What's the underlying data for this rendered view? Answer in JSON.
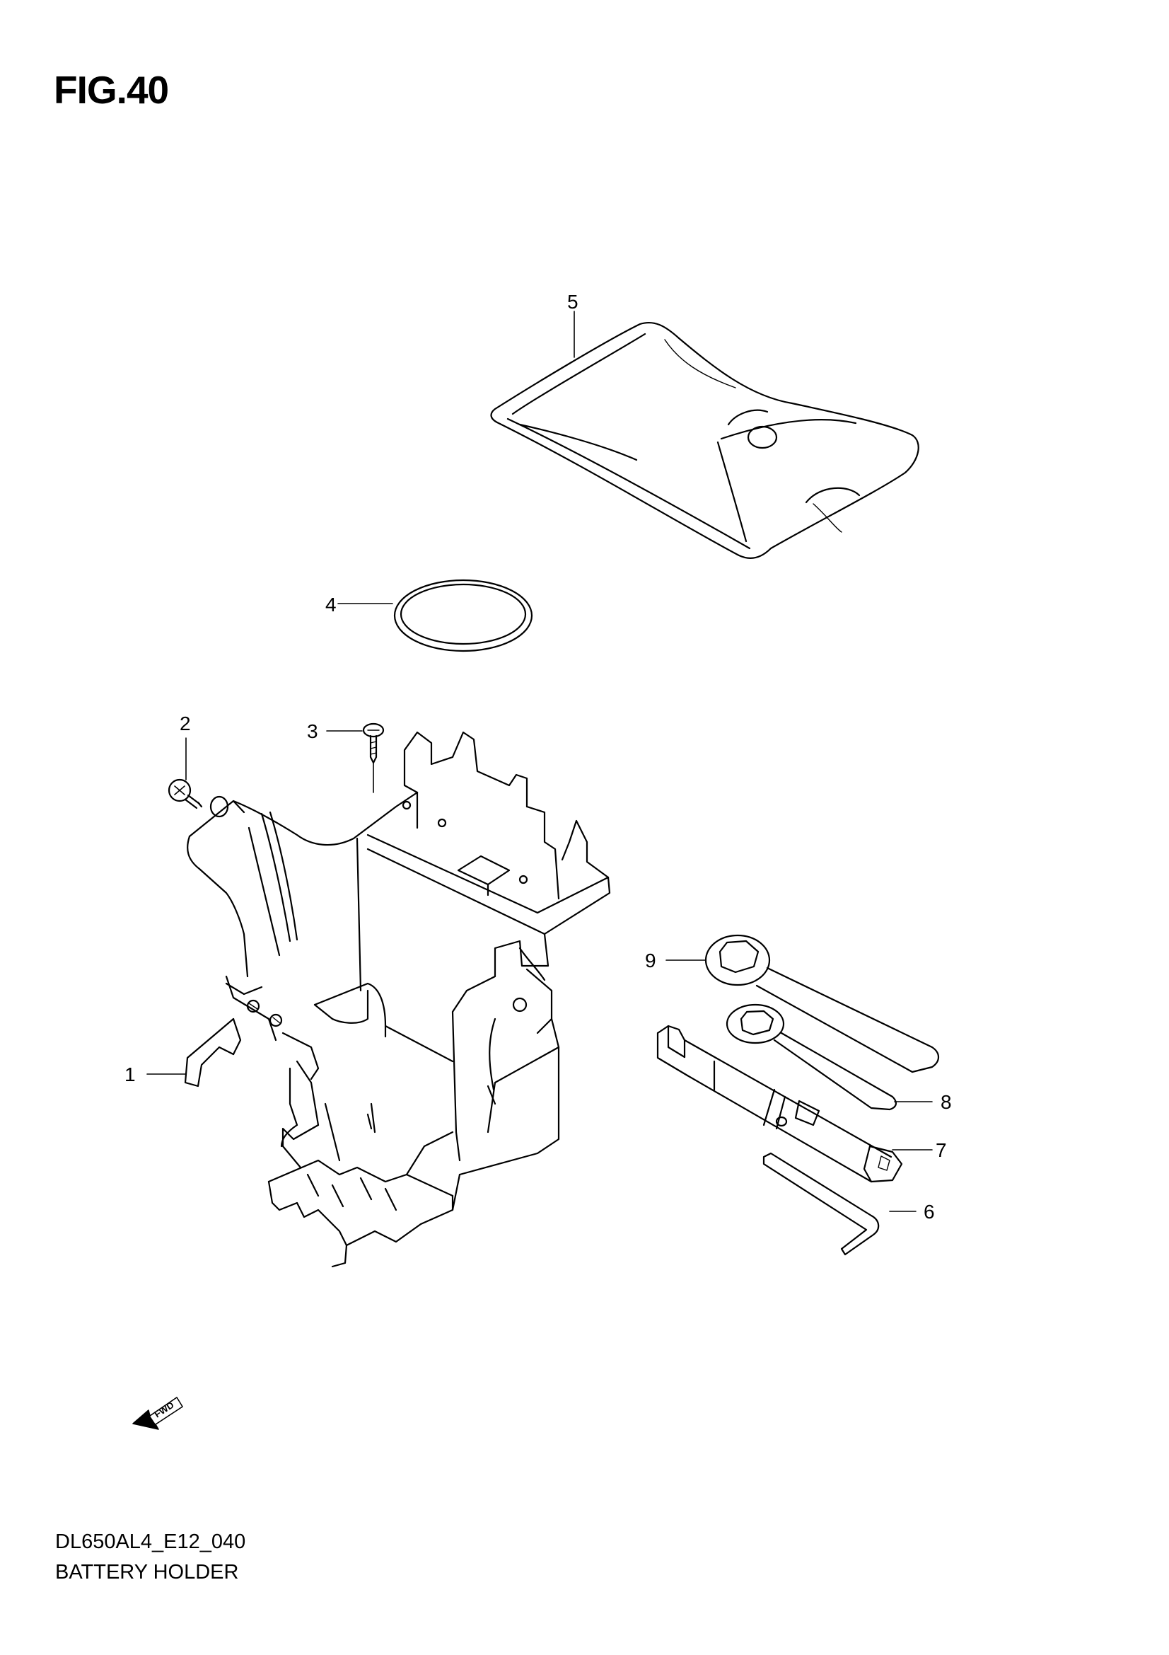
{
  "figure": {
    "title": "FIG.40",
    "model_code": "DL650AL4_E12_040",
    "caption": "BATTERY HOLDER"
  },
  "fwd_arrow": {
    "label": "FWD"
  },
  "callouts": [
    {
      "id": "1",
      "label": "1"
    },
    {
      "id": "2",
      "label": "2"
    },
    {
      "id": "3",
      "label": "3"
    },
    {
      "id": "4",
      "label": "4"
    },
    {
      "id": "5",
      "label": "5"
    },
    {
      "id": "6",
      "label": "6"
    },
    {
      "id": "7",
      "label": "7"
    },
    {
      "id": "8",
      "label": "8"
    },
    {
      "id": "9",
      "label": "9"
    }
  ]
}
